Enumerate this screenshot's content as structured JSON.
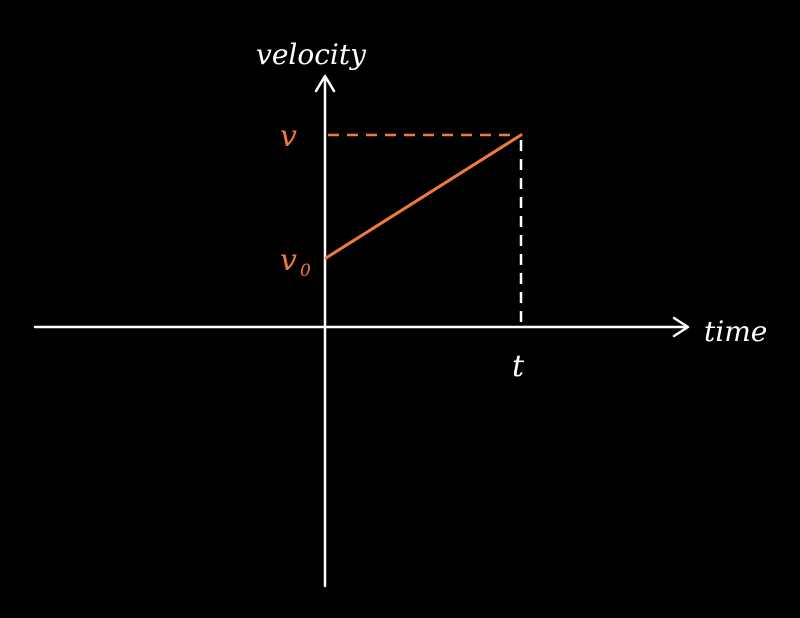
{
  "colors": {
    "background": "#000000",
    "axis": "#ffffff",
    "accent": "#ee7a3c"
  },
  "labels": {
    "y_axis": "velocity",
    "x_axis": "time",
    "v_final": "v",
    "v_initial": "v",
    "v_initial_subscript": "0",
    "t_mark": "t"
  }
}
